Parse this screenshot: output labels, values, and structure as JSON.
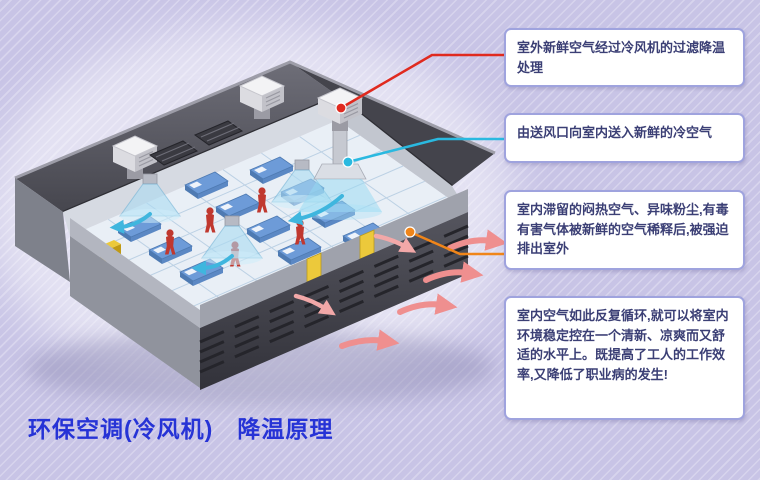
{
  "title": {
    "text": "环保空调(冷风机)　降温原理"
  },
  "callouts": [
    {
      "text": "室外新鲜空气经过冷风机的过滤降温处理",
      "marker_color": "#e02a1f"
    },
    {
      "text": "由送风口向室内送入新鲜的冷空气",
      "marker_color": "#2ab9e0"
    },
    {
      "text": "室内滞留的闷热空气、异味粉尘,有毒有害气体被新鲜的空气稀释后,被强迫排出室外",
      "marker_color": "#f08519"
    },
    {
      "text": "室内空气如此反复循环,就可以将室内环境稳定控在一个清新、凉爽而又舒适的水平上。既提高了工人的工作效率,又降低了职业病的发生!",
      "marker_color": ""
    }
  ],
  "illustration": {
    "description": "等轴剖视厂房:屋顶冷风机送风,室内扩散降温,热浊空气经侧墙排风口排出"
  },
  "palette": {
    "background": "#c8c4e6",
    "callout_border": "#9fa3de",
    "callout_text": "#3b3f75",
    "title_color": "#2633d6",
    "fresh_air_marker": "#e02a1f",
    "supply_air_marker": "#2ab9e0",
    "exhaust_marker": "#f08519",
    "exhaust_air_arrow": "#ef8f8f",
    "supply_air_arrow": "#3fb6de"
  }
}
